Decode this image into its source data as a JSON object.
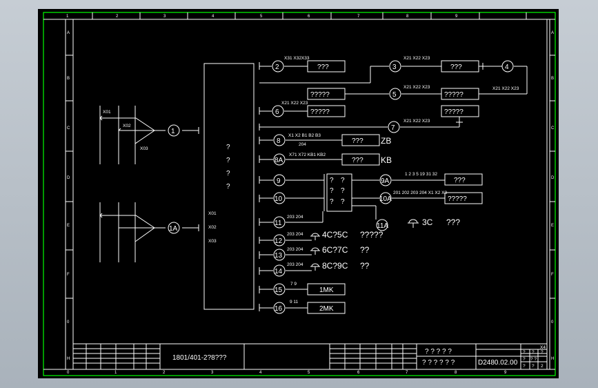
{
  "drawing": {
    "columns": [
      "1",
      "2",
      "3",
      "4",
      "5",
      "6",
      "7",
      "8",
      "9"
    ],
    "rows": [
      "A",
      "B",
      "C",
      "D",
      "E",
      "F",
      "G",
      "H"
    ],
    "bottom_columns": [
      "0",
      "1",
      "2",
      "3",
      "4",
      "5",
      "6",
      "7",
      "8",
      "9"
    ],
    "bottom_rows": [
      "0",
      "H"
    ],
    "center_box_marks": [
      "?",
      "?",
      "?",
      "?"
    ],
    "center_box_inputs": [
      "X01",
      "X02",
      "X03"
    ],
    "left_wires_top": [
      "X01",
      "X02",
      "X03"
    ],
    "nodes": {
      "n1": "1",
      "n1a": "1A",
      "n2": "2",
      "n3": "3",
      "n4": "4",
      "n5": "5",
      "n6": "6",
      "n7": "7",
      "n8": "8",
      "n8a": "8A",
      "n9": "9",
      "n9a": "9A",
      "n10": "10",
      "n10a": "10A",
      "n11": "11",
      "n11a": "11A",
      "n12": "12",
      "n13": "13",
      "n14": "14",
      "n15": "15",
      "n16": "16"
    },
    "labels": {
      "l2": "X31 X32X33",
      "l3": "X21 X22 X23",
      "l4": "X21 X22 X23",
      "l5": "X21 X22 X23",
      "l6": "X21 X22 X23",
      "l7": "X21 X22 X23",
      "l8a": "X1 X2 B1 B2 B3",
      "l8b": "204",
      "l8A": "X71 X72 KB1 KB2",
      "l9a": "1 2 3 5 19 31 32",
      "l10a": "201 202 203 204 X1 X2 X3",
      "l11": "203 204",
      "l12": "203 204",
      "l13": "203 204",
      "l14": "203 204",
      "l15": "7 9",
      "l16": "9 11"
    },
    "boxes": {
      "b2": "???",
      "b3": "???",
      "b5l": "?????",
      "b5r": "?????",
      "b6": "?????",
      "b7": "?????",
      "b8": "???",
      "b8A": "???",
      "b9a": "???",
      "b10a": "?????",
      "b15": "1MK",
      "b16": "2MK"
    },
    "suffix": {
      "s8": "ZB",
      "s8A": "KB"
    },
    "matrix": [
      "?",
      "?",
      "?",
      "?",
      "?",
      "?"
    ],
    "texts": {
      "t11a": "3C",
      "t11b": "???",
      "t12a": "4C?5C",
      "t12b": "?????",
      "t13a": "6C?7C",
      "t13b": "??",
      "t14a": "8C?9C",
      "t14b": "??"
    },
    "title_block": {
      "name": "1801/401-2?8???",
      "q1": "? ? ? ? ?",
      "q2": "? ? ? ? ? ?",
      "code": "D2480.02.00",
      "scale": "X4",
      "small": [
        "?",
        "?",
        "?",
        "?",
        "? ?",
        "?",
        "?",
        "2"
      ]
    }
  }
}
